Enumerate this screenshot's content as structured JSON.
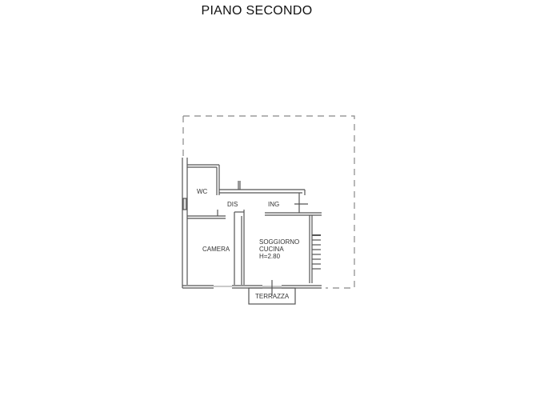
{
  "title": "PIANO SECONDO",
  "rooms": {
    "wc": "WC",
    "dis": "DIS",
    "ing": "ING",
    "camera": "CAMERA",
    "soggiorno": "SOGGIORNO",
    "cucina": "CUCINA",
    "height": "H=2.80",
    "terrazza": "TERRAZZA"
  },
  "colors": {
    "wall": "#555555",
    "dash": "#888888",
    "text": "#333333"
  }
}
